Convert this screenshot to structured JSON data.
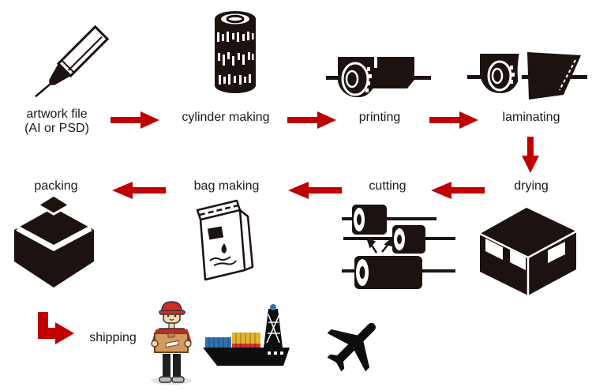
{
  "diagram_title": "",
  "colors": {
    "arrow_red": "#c00000",
    "icon_black": "#1c1210",
    "container_blue": "#2f71b3",
    "container_yellow": "#e6b32e",
    "container_red": "#d0342c",
    "mast_ball_blue": "#2e75b6",
    "cap_red": "#d42a2a",
    "shirt_red": "#c62828",
    "skin": "#f6d7a8",
    "box_tan": "#d29a5b"
  },
  "steps": {
    "artwork": {
      "label_line1": "artwork file",
      "label_line2": "(AI or PSD)"
    },
    "cylinder_making": {
      "label": "cylinder making"
    },
    "printing": {
      "label": "printing"
    },
    "laminating": {
      "label": "laminating"
    },
    "drying": {
      "label": "drying"
    },
    "cutting": {
      "label": "cutting"
    },
    "bag_making": {
      "label": "bag making"
    },
    "packing": {
      "label": "packing"
    },
    "shipping": {
      "label": "shipping"
    }
  },
  "icons": {
    "pen-icon": "tilted drawing pen",
    "print-cylinder-icon": "engraved gravure cylinder",
    "printing-press-icon": "printing roller with web",
    "laminating-roller-icon": "roller with laminating film sheet",
    "drying-oven-icon": "isometric drying oven box",
    "cutting-rollers-icon": "three slitting rollers with web lines",
    "pouch-icon": "stand-up pouch sketch",
    "packed-box-icon": "strapped isometric packing box",
    "courier-icon": "courier in red cap holding parcel",
    "cargo-ship-icon": "container cargo ship",
    "airplane-icon": "black airplane silhouette",
    "arrow-right-icon": "red right arrow",
    "arrow-left-icon": "red left arrow",
    "arrow-down-icon": "red down arrow",
    "arrow-elbow-icon": "red down-then-right arrow"
  }
}
